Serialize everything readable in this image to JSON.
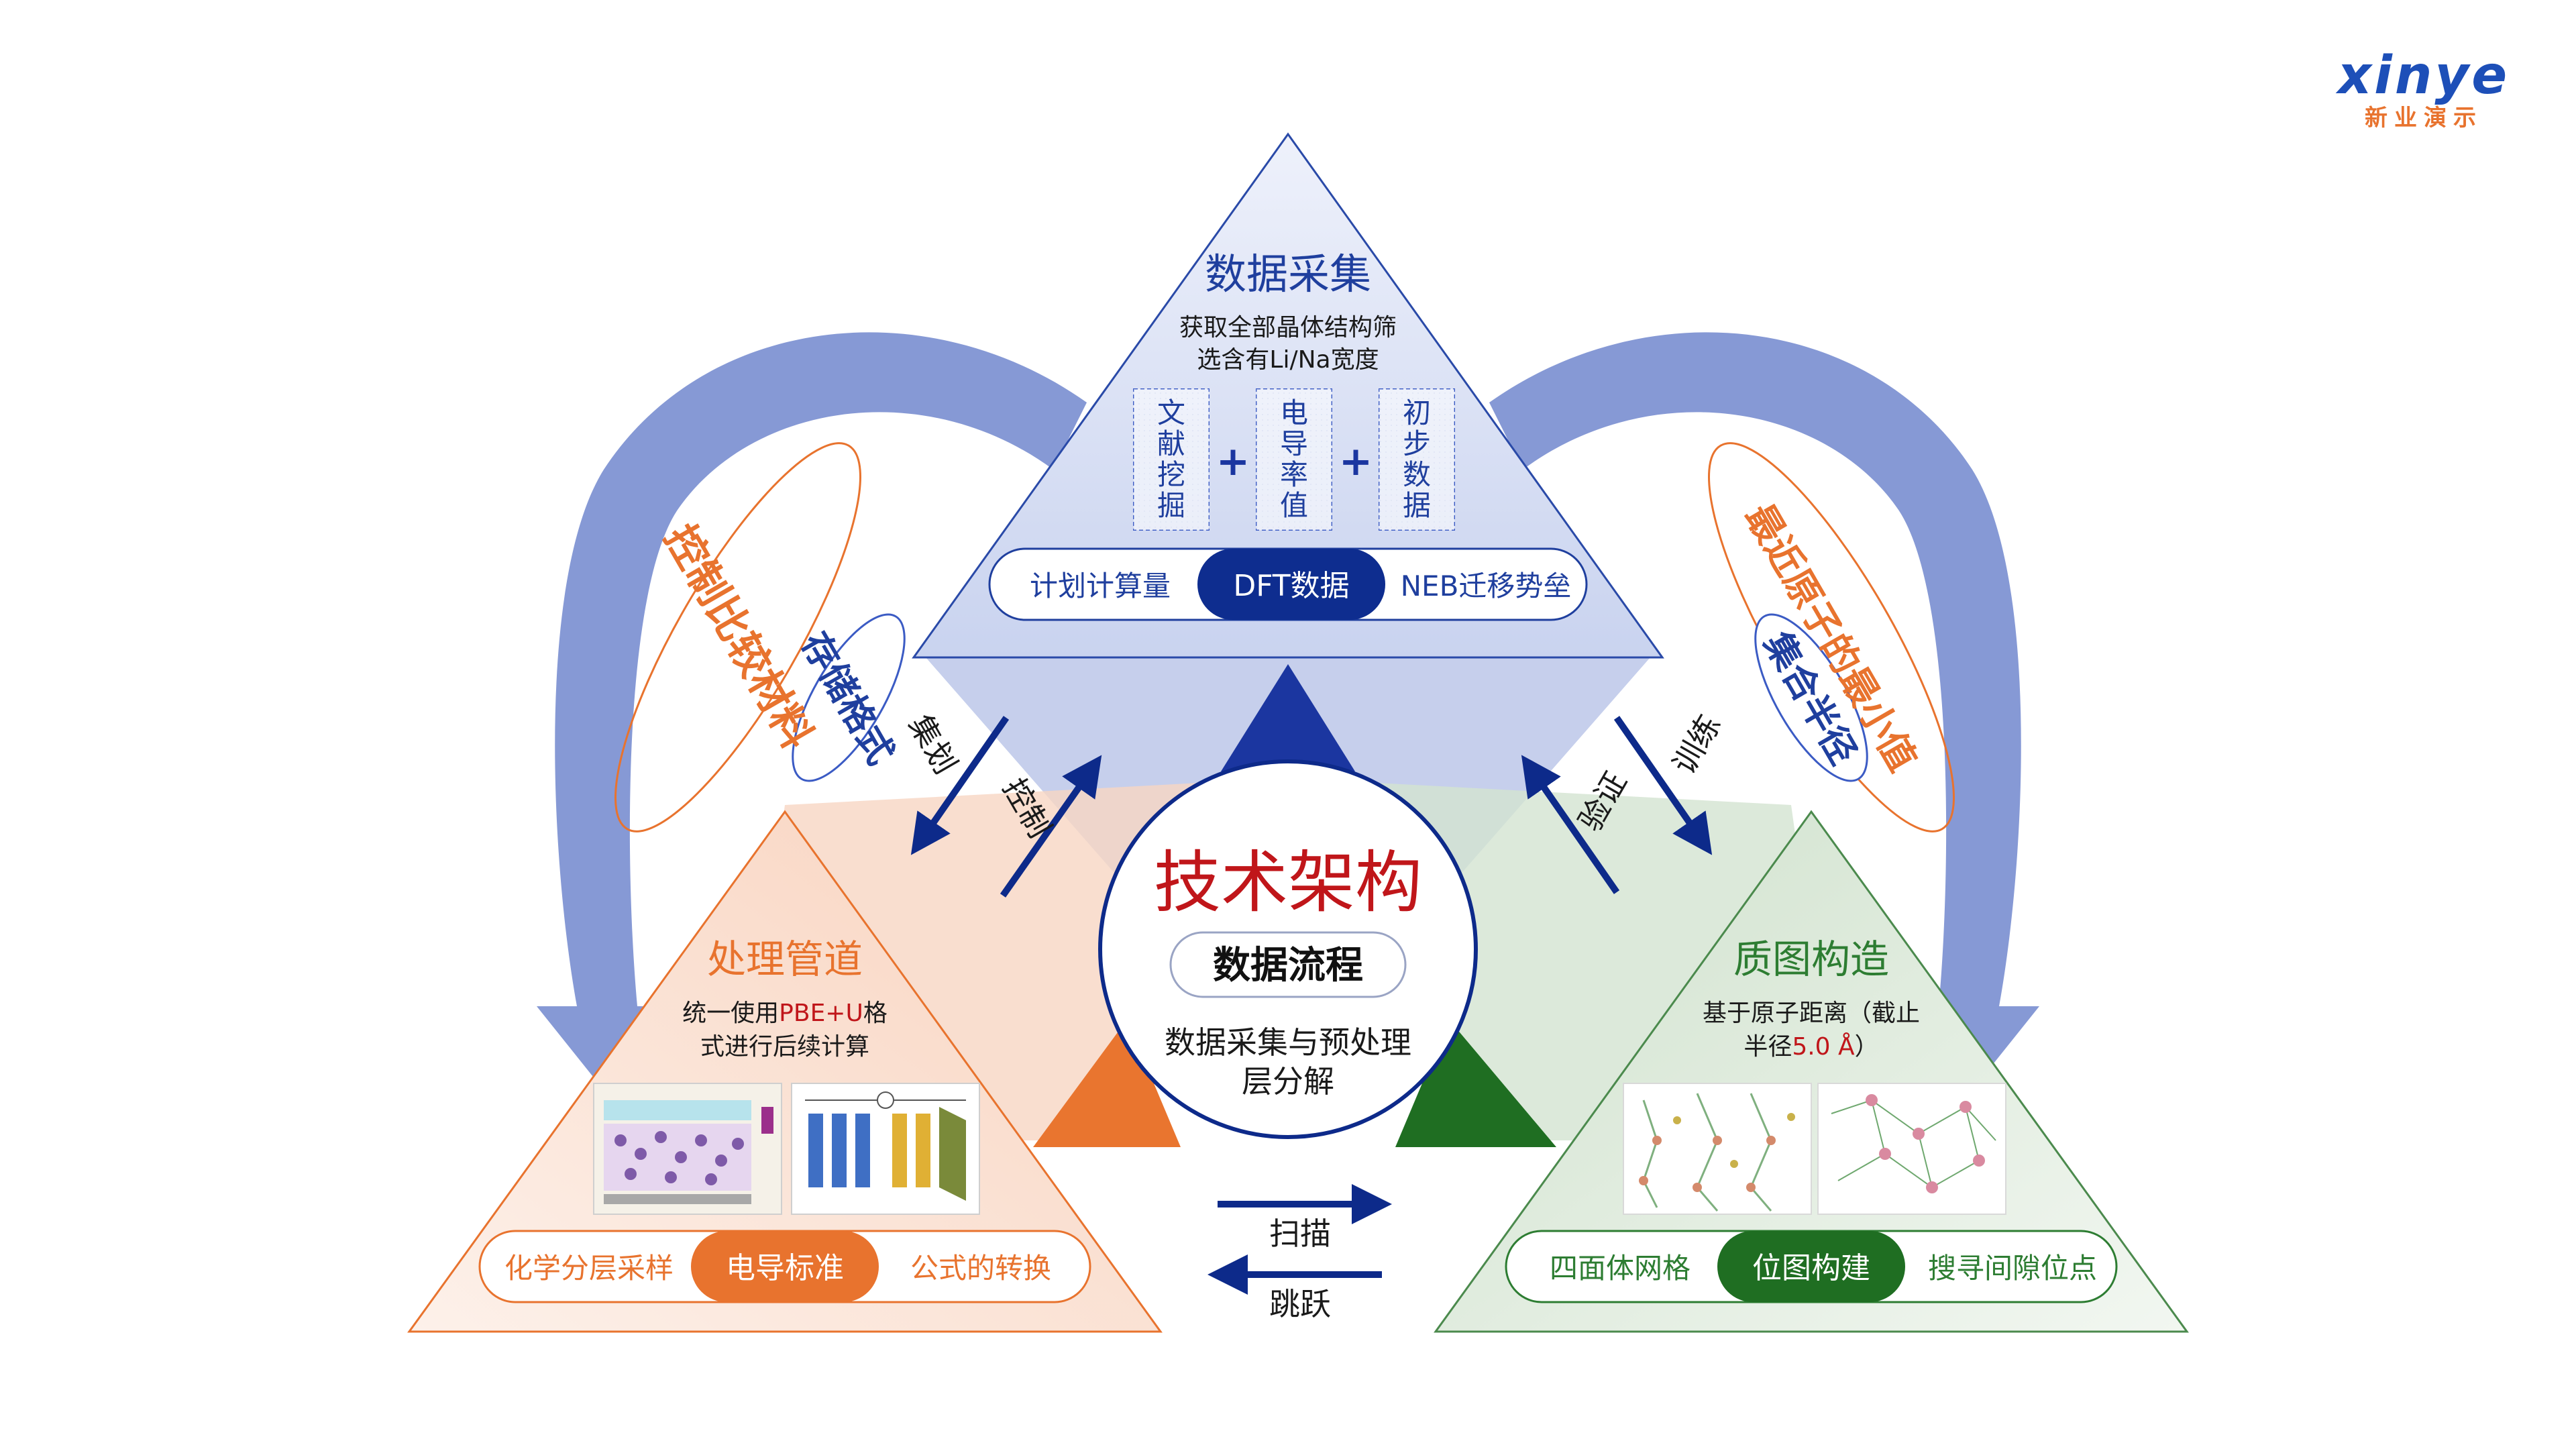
{
  "logo": {
    "word": "xinye",
    "sub": "新业演示"
  },
  "center": {
    "title": "技术架构",
    "subtitle": "数据流程",
    "desc_line1": "数据采集与预处理",
    "desc_line2": "层分解"
  },
  "top": {
    "title": "数据采集",
    "desc_line1": "获取全部晶体结构筛",
    "desc_line2": "选含有Li/Na宽度",
    "cards": [
      "文献挖掘",
      "电导率值",
      "初步数据"
    ],
    "pill_left": "计划计算量",
    "pill_center": "DFT数据",
    "pill_right": "NEB迁移势垒"
  },
  "left": {
    "title": "处理管道",
    "desc_line1_a": "统一使用",
    "desc_line1_b": "PBE+U",
    "desc_line1_c": "格",
    "desc_line2": "式进行后续计算",
    "pill_left": "化学分层采样",
    "pill_center": "电导标准",
    "pill_right": "公式的转换"
  },
  "right": {
    "title": "质图构造",
    "desc_line1": "基于原子距离（截止",
    "desc_line2_a": "半径",
    "desc_line2_b": "5.0 Å",
    "desc_line2_c": "）",
    "pill_left": "四面体网格",
    "pill_center": "位图构建",
    "pill_right": "搜寻间隙位点"
  },
  "arrows": {
    "left_a": "集划",
    "left_b": "控制",
    "right_a": "验证",
    "right_b": "训练",
    "bottom_a": "扫描",
    "bottom_b": "跳跃"
  },
  "side": {
    "left_outer": "控制比较材料",
    "left_inner": "存储格式",
    "right_outer": "最近原子的最小值",
    "right_inner": "集合半径"
  },
  "colors": {
    "blue": "#1f3f9e",
    "navy": "#0d2a8a",
    "orange": "#e8732e",
    "green": "#2d7d32",
    "red": "#c0161a"
  }
}
